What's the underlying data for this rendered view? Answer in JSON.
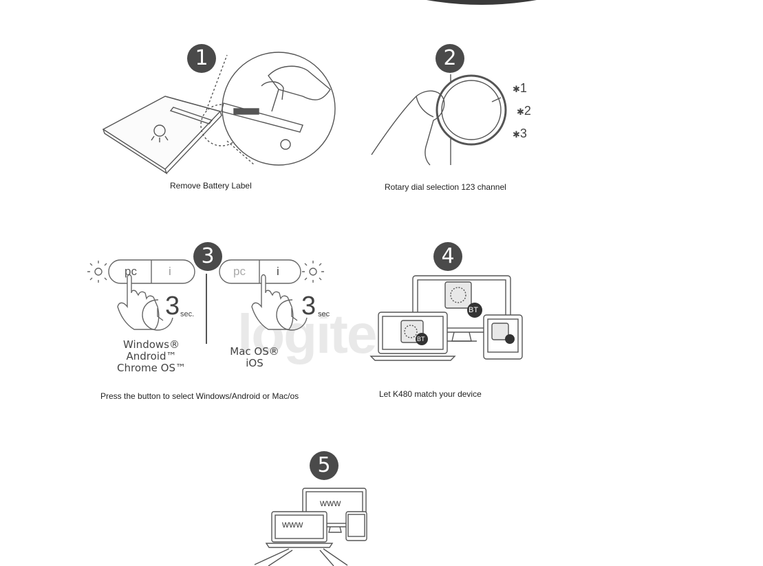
{
  "steps": [
    {
      "number": "1",
      "caption": "Remove Battery Label"
    },
    {
      "number": "2",
      "caption": "Rotary dial selection 123 channel",
      "channels": [
        "1",
        "2",
        "3"
      ]
    },
    {
      "number": "3",
      "caption": "Press the button to select Windows/Android or Mac/os",
      "left_button": {
        "pc": "pc",
        "i": "i",
        "hold": "3",
        "unit": "sec."
      },
      "right_button": {
        "pc": "pc",
        "i": "i",
        "hold": "3",
        "unit": "sec"
      },
      "left_os": [
        "Windows®",
        "Android™",
        "Chrome OS™"
      ],
      "right_os": [
        "Mac OS®",
        "iOS"
      ]
    },
    {
      "number": "4",
      "caption": "Let K480 match your device",
      "bt": "BT"
    },
    {
      "number": "5",
      "www": "www"
    }
  ],
  "watermark": "logitech"
}
